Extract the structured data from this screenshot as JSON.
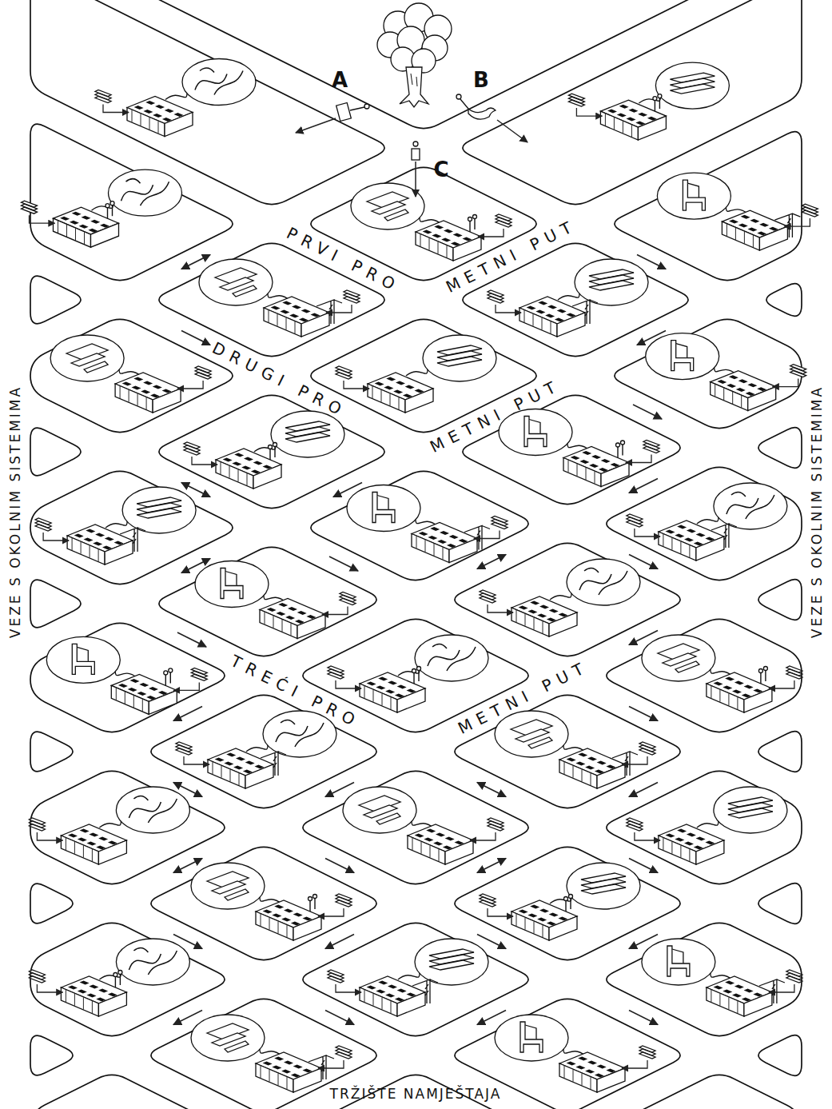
{
  "diagram": {
    "labels": [
      "A",
      "B",
      "C",
      "PRVI PRO",
      "METNI PUT",
      "DRUGI PRO",
      "METNI PUT",
      "TREĆI PRO",
      "METNI PUT",
      "VEZE S OKOLNIM SISTEMIMA",
      "VEZE S OKOLNIM SISTEMIMA",
      "TRŽIŠTE NAMJEŠTAJA"
    ]
  }
}
